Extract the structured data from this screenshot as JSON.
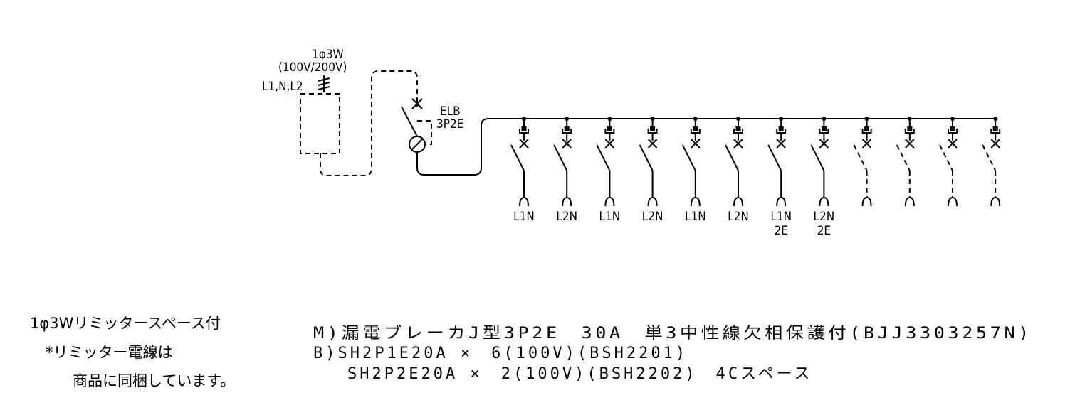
{
  "supply": {
    "phase": "1φ3W",
    "voltage": "(100V/200V)",
    "conductors": "L1,N,L2"
  },
  "main_breaker": {
    "name": "ELB",
    "poles": "3P2E"
  },
  "branches": [
    {
      "type": "breaker",
      "label": "L1N",
      "label2": ""
    },
    {
      "type": "breaker",
      "label": "L2N",
      "label2": ""
    },
    {
      "type": "breaker",
      "label": "L1N",
      "label2": ""
    },
    {
      "type": "breaker",
      "label": "L2N",
      "label2": ""
    },
    {
      "type": "breaker",
      "label": "L1N",
      "label2": ""
    },
    {
      "type": "breaker",
      "label": "L2N",
      "label2": ""
    },
    {
      "type": "breaker",
      "label": "L1N",
      "label2": "2E"
    },
    {
      "type": "breaker",
      "label": "L2N",
      "label2": "2E"
    },
    {
      "type": "space",
      "label": "",
      "label2": ""
    },
    {
      "type": "space",
      "label": "",
      "label2": ""
    },
    {
      "type": "space",
      "label": "",
      "label2": ""
    },
    {
      "type": "space",
      "label": "",
      "label2": ""
    }
  ],
  "notes": {
    "line1": "1φ3Wリミッタースペース付",
    "line2": "*リミッター電線は",
    "line3": "商品に同梱しています。"
  },
  "specs": {
    "main": "M)漏電ブレーカJ型3P2E　30A　単3中性線欠相保護付(BJJ3303257N)",
    "branch1": "B)SH2P1E20A ×　6(100V)(BSH2201)",
    "branch2": "SH2P2E20A ×　2(100V)(BSH2202)　4Cスペース"
  }
}
